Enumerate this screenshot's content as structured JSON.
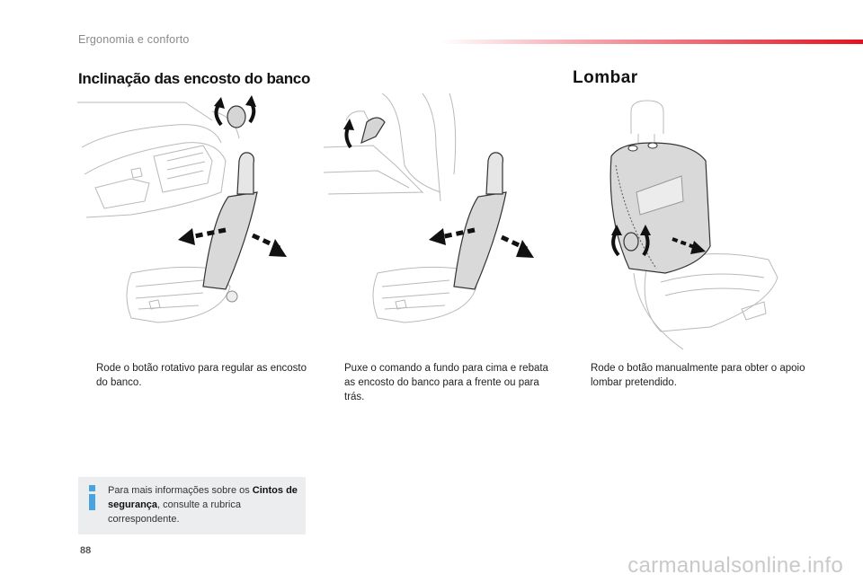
{
  "header": {
    "section": "Ergonomia e conforto",
    "accent_color": "#e3121f"
  },
  "left_section": {
    "title": "Inclinação das encosto do banco"
  },
  "right_section": {
    "title": "Lombar"
  },
  "instructions": [
    {
      "bullet": "",
      "text": "Rode o botão rotativo para regular as encosto do banco."
    },
    {
      "bullet": "",
      "text": "Puxe o comando a fundo para cima e rebata as encosto do banco para a frente ou para trás."
    },
    {
      "bullet": "",
      "text": "Rode o botão manualmente para obter o apoio lombar pretendido."
    }
  ],
  "info_box": {
    "icon": "info-icon",
    "text_before": "Para mais informações sobre os ",
    "text_bold": "Cintos de segurança",
    "text_after": ", consulte a rubrica correspondente.",
    "color": "#4aa3df"
  },
  "footer": {
    "page_number": "88",
    "watermark": "carmanualsonline.info"
  }
}
